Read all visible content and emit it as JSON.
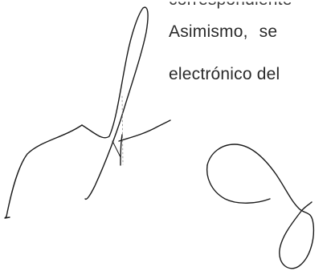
{
  "document": {
    "lines": {
      "partial_top": "correspondiente",
      "line_1_word_1": "Asimismo,",
      "line_1_word_2": "se",
      "line_2": "electrónico del"
    }
  },
  "signatures": {
    "left": {
      "type": "handwritten signature",
      "stroke_color": "#1a1a1a"
    },
    "right": {
      "type": "handwritten signature",
      "stroke_color": "#1a1a1a"
    }
  }
}
